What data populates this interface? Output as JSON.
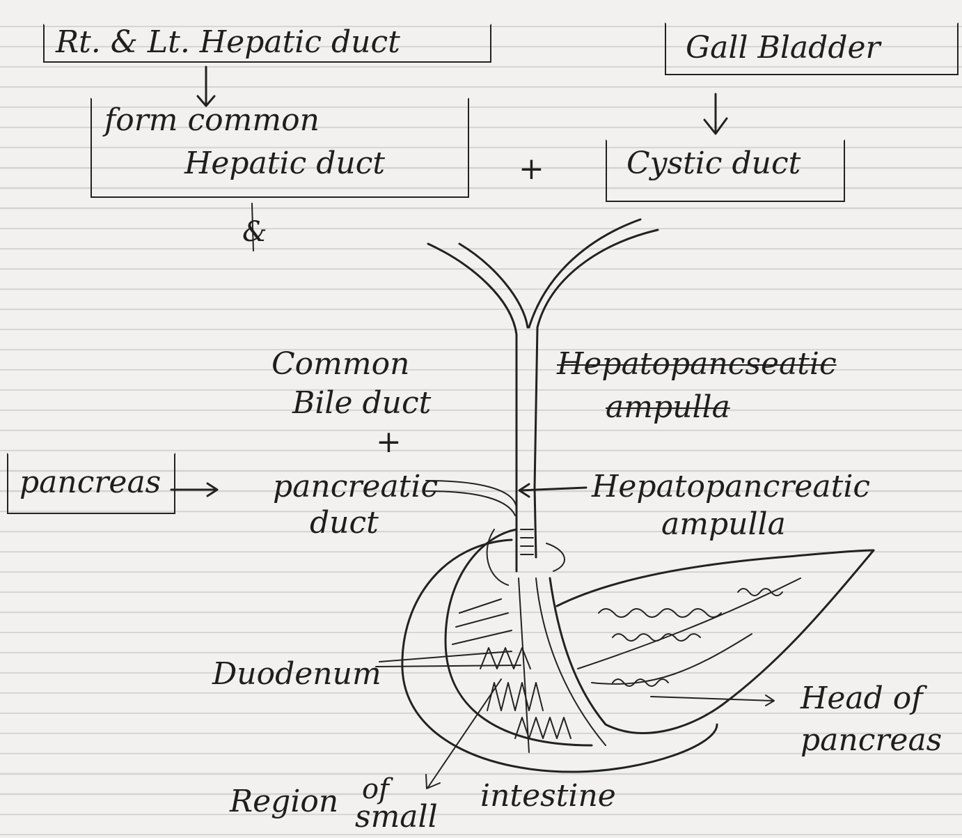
{
  "labels": {
    "hepatic_ducts": "Rt. & Lt. Hepatic duct",
    "gall_bladder": "Gall Bladder",
    "form_common": "form common",
    "hepatic_duct": "Hepatic duct",
    "plus_top": "+",
    "cystic_duct": "Cystic duct",
    "and_sign": "&",
    "common": "Common",
    "bile_duct": "Bile duct",
    "plus_mid": "+",
    "pancreas_box": "pancreas",
    "pancreatic": "pancreatic",
    "duct": "duct",
    "struck_line1": "Hepatopancseatic",
    "struck_line2": "ampulla",
    "hepatopancreatic": "Hepatopancreatic",
    "ampulla": "ampulla",
    "duodenum": "Duodenum",
    "head_of": "Head of",
    "pancreas_label": "pancreas",
    "region_of": "Region",
    "of_word": "of",
    "small": "small",
    "intestine": "intestine"
  },
  "colors": {
    "ink": "#1e1e1e",
    "paper": "#f2f1f0",
    "rule_line": "#d4d3d1"
  }
}
